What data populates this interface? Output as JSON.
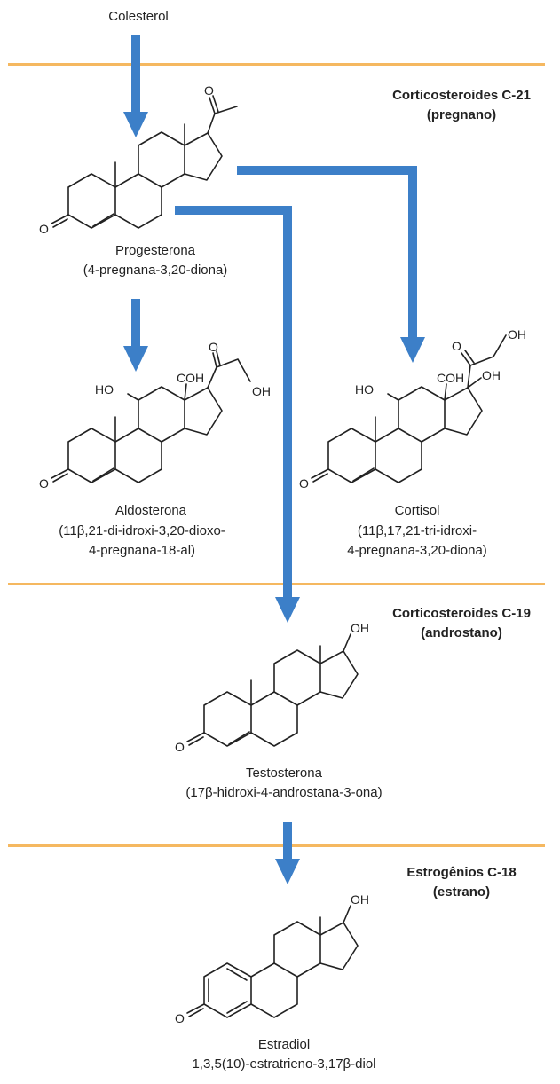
{
  "start_label": "Colesterol",
  "sections": [
    {
      "title": "Corticosteroides C-21",
      "subtitle": "(pregnano)"
    },
    {
      "title": "Corticosteroides C-19",
      "subtitle": "(androstano)"
    },
    {
      "title": "Estrogênios C-18",
      "subtitle": "(estrano)"
    }
  ],
  "compounds": {
    "progesterona": {
      "name": "Progesterona",
      "iupac": "(4-pregnana-3,20-diona)"
    },
    "aldosterona": {
      "name": "Aldosterona",
      "iupac_1": "(11β,21-di-idroxi-3,20-dioxo-",
      "iupac_2": "4-pregnana-18-al)"
    },
    "cortisol": {
      "name": "Cortisol",
      "iupac_1": "(11β,17,21-tri-idroxi-",
      "iupac_2": "4-pregnana-3,20-diona)"
    },
    "testosterona": {
      "name": "Testosterona",
      "iupac": "(17β-hidroxi-4-androstana-3-ona)"
    },
    "estradiol": {
      "name": "Estradiol",
      "iupac": "1,3,5(10)-estratrieno-3,17β-diol"
    }
  },
  "atoms": {
    "O": "O",
    "OH": "OH",
    "HO": "HO",
    "COH": "COH"
  },
  "colors": {
    "arrow": "#3c7fc8",
    "separator": "#f5b860"
  }
}
